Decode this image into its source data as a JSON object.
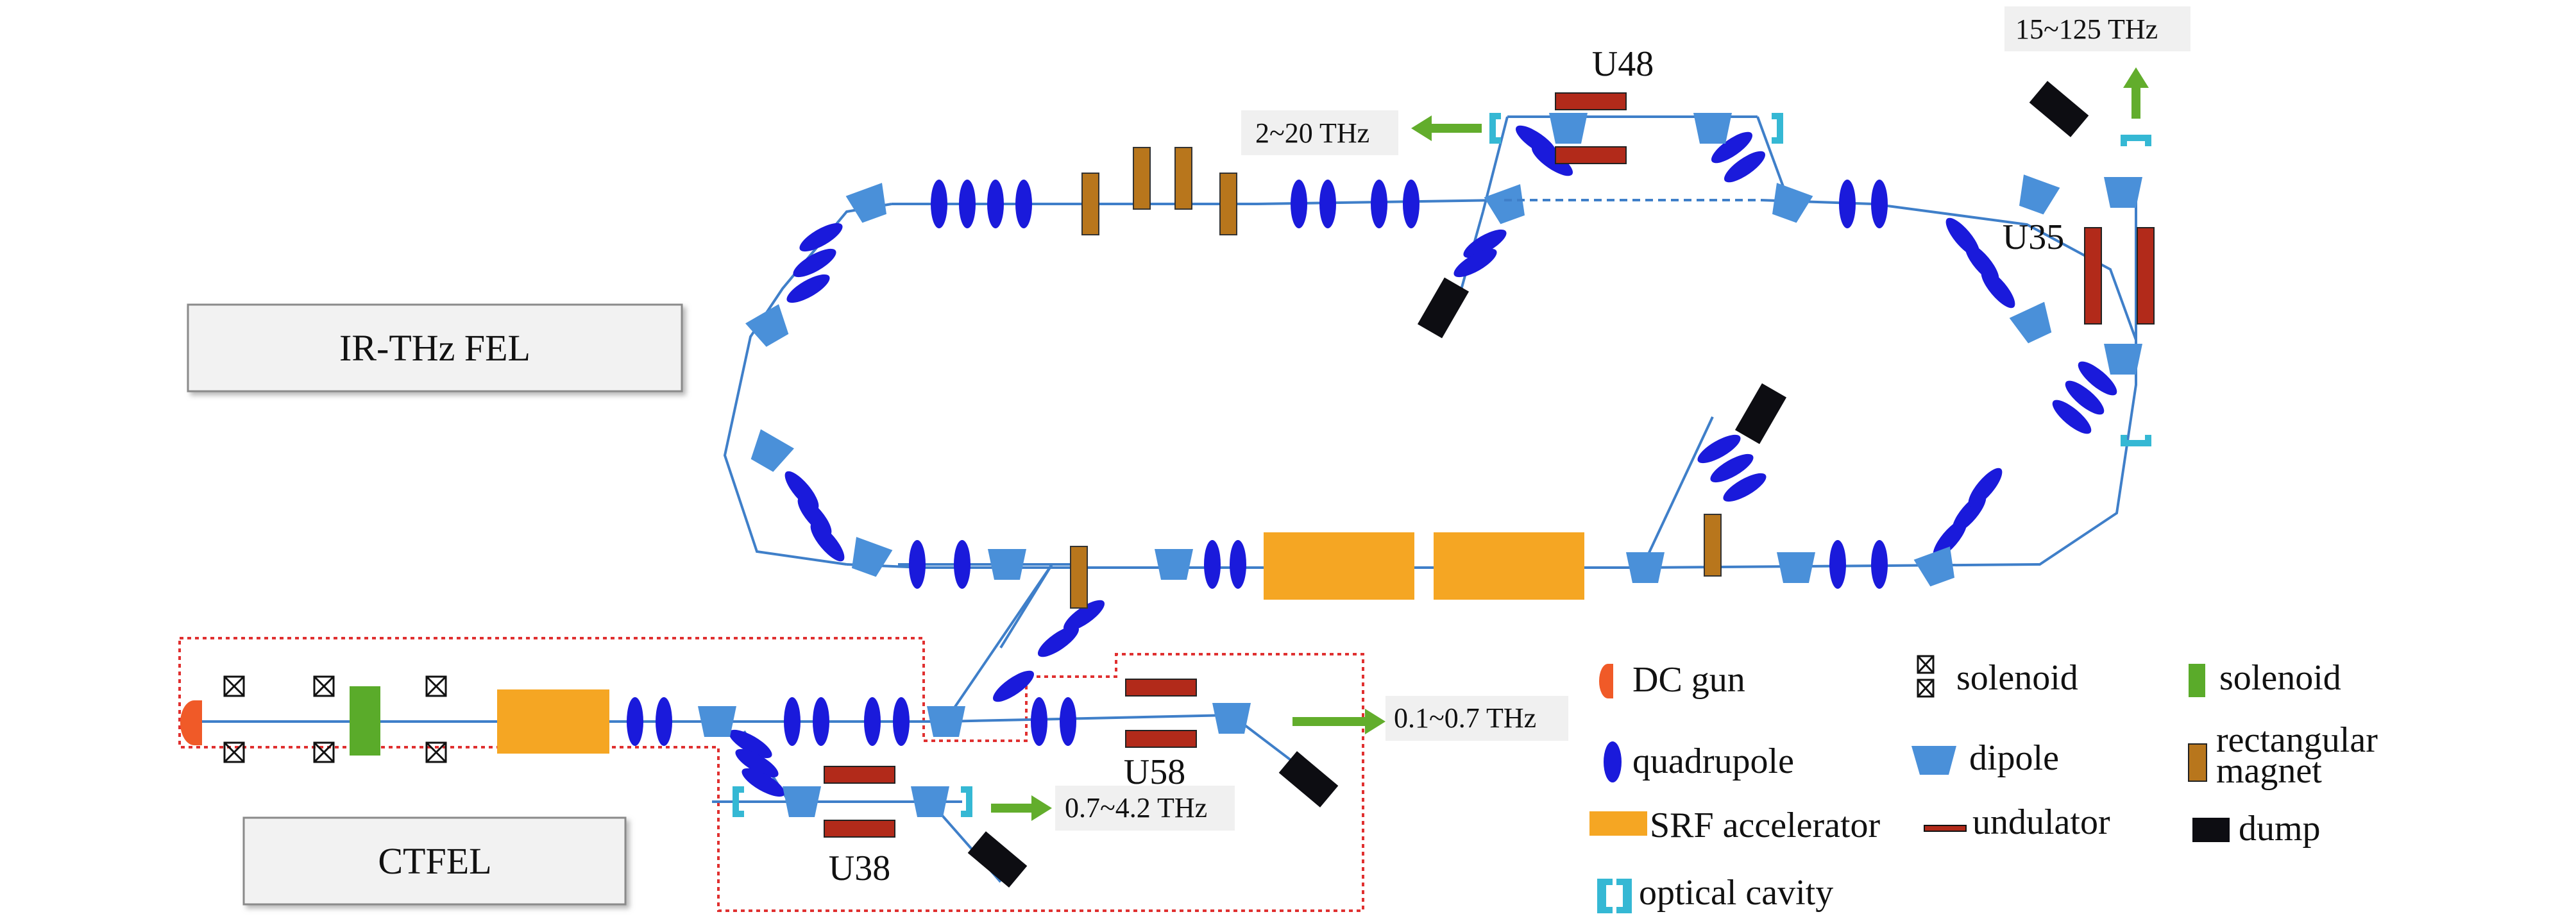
{
  "labels": {
    "ir_thz_fel": "IR-THz FEL",
    "ctfel": "CTFEL",
    "u48": "U48",
    "u35": "U35",
    "u58": "U58",
    "u38": "U38",
    "out_2_20": "2~20 THz",
    "out_15_125": "15~125 THz",
    "out_0_1_0_7": "0.1~0.7 THz",
    "out_0_7_4_2": "0.7~4.2 THz"
  },
  "legend": {
    "dc_gun": "DC gun",
    "solenoid_cross": "solenoid",
    "solenoid_green": "solenoid",
    "quadrupole": "quadrupole",
    "dipole": "dipole",
    "rect_magnet_line1": "rectangular",
    "rect_magnet_line2": "magnet",
    "srf": "SRF accelerator",
    "undulator": "undulator",
    "dump": "dump",
    "optical_cavity": "optical cavity"
  },
  "colors": {
    "quadrupole": "#1a1adb",
    "dipole": "#4a90d9",
    "srf": "#f5a623",
    "undulator": "#b22a1a",
    "rect_magnet": "#b8761c",
    "solenoid_green": "#5aab2a",
    "dc_gun": "#f05a28",
    "dump": "#0d0d12",
    "optical_cavity": "#35b8d4",
    "arrow": "#62ad2c",
    "beamline": "#3f7fc9",
    "ctfel_border": "#e03030"
  }
}
